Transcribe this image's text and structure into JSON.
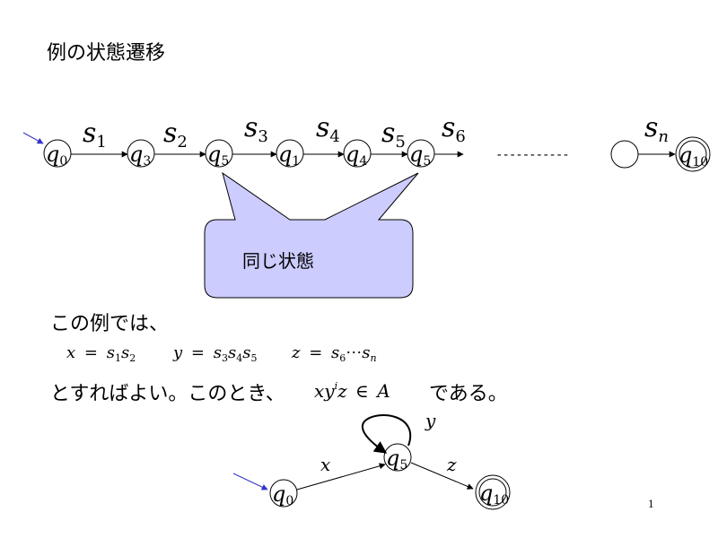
{
  "slide": {
    "title": "例の状態遷移",
    "page_number": "1"
  },
  "chain": {
    "states": [
      {
        "sym": "q",
        "sub": "0"
      },
      {
        "sym": "q",
        "sub": "3"
      },
      {
        "sym": "q",
        "sub": "5"
      },
      {
        "sym": "q",
        "sub": "1"
      },
      {
        "sym": "q",
        "sub": "4"
      },
      {
        "sym": "q",
        "sub": "5"
      }
    ],
    "symbols": [
      {
        "sym": "s",
        "sub": "1"
      },
      {
        "sym": "s",
        "sub": "2"
      },
      {
        "sym": "s",
        "sub": "3"
      },
      {
        "sym": "s",
        "sub": "4"
      },
      {
        "sym": "s",
        "sub": "5"
      },
      {
        "sym": "s",
        "sub": "6"
      }
    ],
    "dashes": "-----------",
    "last_symbol": {
      "sym": "s",
      "sub": "n"
    },
    "final_state": {
      "sym": "q",
      "sub": "10"
    }
  },
  "callout": {
    "label": "同じ状態"
  },
  "explanation": {
    "line1": "この例では、",
    "x_def": {
      "lhs": "x",
      "eq": "=",
      "a": "s",
      "a_sub": "1",
      "b": "s",
      "b_sub": "2"
    },
    "y_def": {
      "lhs": "y",
      "eq": "=",
      "a": "s",
      "a_sub": "3",
      "b": "s",
      "b_sub": "4",
      "c": "s",
      "c_sub": "5"
    },
    "z_def": {
      "lhs": "z",
      "eq": "=",
      "a": "s",
      "a_sub": "6",
      "dots": "⋯",
      "b": "s",
      "b_sub": "n"
    },
    "line2_pre": "とすればよい。このとき、",
    "formula": {
      "x": "x",
      "y": "y",
      "sup": "i",
      "z": "z",
      "in": "∈",
      "set": "A"
    },
    "line2_post": "である。"
  },
  "small_graph": {
    "start": {
      "sym": "q",
      "sub": "0"
    },
    "loop_state": {
      "sym": "q",
      "sub": "5"
    },
    "final": {
      "sym": "q",
      "sub": "10"
    },
    "edge_x": "x",
    "edge_y": "y",
    "edge_z": "z"
  },
  "colors": {
    "callout_fill": "#ccccff",
    "start_arrow": "#3333cc"
  }
}
